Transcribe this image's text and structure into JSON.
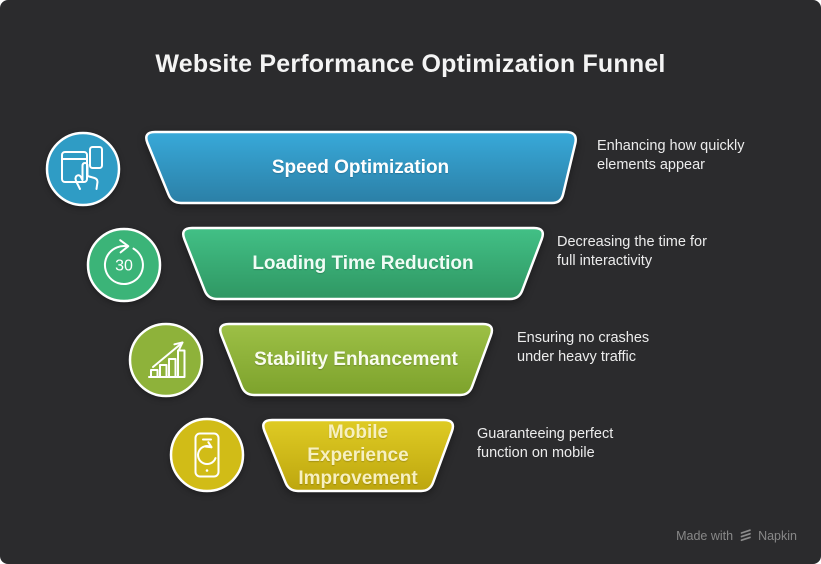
{
  "title": "Website Performance Optimization Funnel",
  "colors": {
    "background": "#2b2b2d",
    "title": "#f4f4f4",
    "description": "#ececec",
    "border": "#ffffff",
    "watermark": "#888888"
  },
  "funnel": {
    "stages": [
      {
        "label_lines": [
          "Speed Optimization"
        ],
        "desc_lines": [
          "Enhancing how quickly",
          "elements appear"
        ],
        "icon": "devices-touch-icon",
        "colors": {
          "top": "#38a9d9",
          "bottom": "#2b7fa6",
          "circle": "#2f9cc5",
          "label": "#ffffff"
        }
      },
      {
        "label_lines": [
          "Loading Time Reduction"
        ],
        "desc_lines": [
          "Decreasing the time for",
          "full interactivity"
        ],
        "icon": "timer-30-icon",
        "colors": {
          "top": "#42c086",
          "bottom": "#2f9763",
          "circle": "#3bb478",
          "label": "#f0fcf5"
        }
      },
      {
        "label_lines": [
          "Stability Enhancement"
        ],
        "desc_lines": [
          "Ensuring no crashes",
          "under heavy traffic"
        ],
        "icon": "growth-chart-icon",
        "colors": {
          "top": "#9dc046",
          "bottom": "#7da22c",
          "circle": "#8eb23a",
          "label": "#f9fcef"
        }
      },
      {
        "label_lines": [
          "Mobile",
          "Experience",
          "Improvement"
        ],
        "desc_lines": [
          "Guaranteeing perfect",
          "function on mobile"
        ],
        "icon": "mobile-refresh-icon",
        "colors": {
          "top": "#dfcb24",
          "bottom": "#bda60e",
          "circle": "#d1bc17",
          "label": "#f7f0c0"
        }
      }
    ]
  },
  "icon_text": {
    "timer_value": "30"
  },
  "watermark": {
    "made_with": "Made with",
    "brand": "Napkin"
  }
}
